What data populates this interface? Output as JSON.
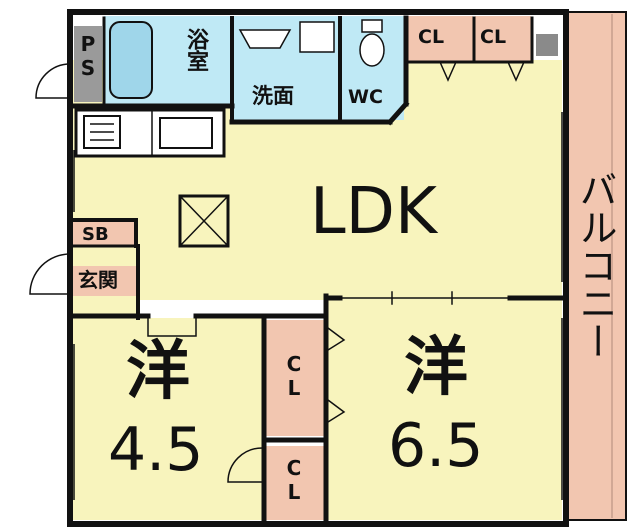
{
  "colors": {
    "wall": "#111111",
    "floor_yellow": "#f8f4bd",
    "wet_blue": "#bfe9f5",
    "closet_pink": "#f2c6b0",
    "balcony_pink": "#f2c6b0",
    "gray": "#9a9a9a"
  },
  "rooms": {
    "ps": "PS",
    "bath": "浴室",
    "washroom": "洗面",
    "wc": "WC",
    "cl_top_1": "CL",
    "cl_top_2": "CL",
    "ldk": "LDK",
    "sb": "SB",
    "entrance": "玄関",
    "room_west_type": "洋",
    "room_west_size": "4.5",
    "room_east_type": "洋",
    "room_east_size": "6.5",
    "cl_mid": "CL",
    "cl_bottom": "CL",
    "balcony": "バルコニー"
  }
}
